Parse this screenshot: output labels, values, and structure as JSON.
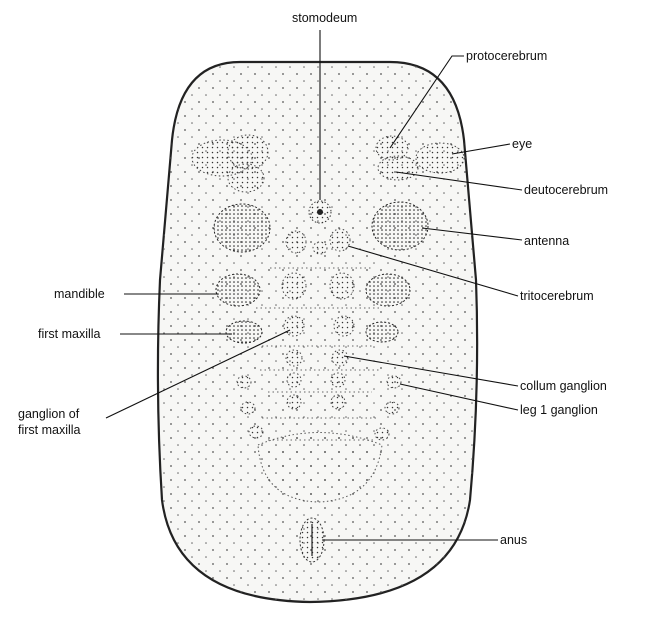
{
  "labels": {
    "stomodeum": "stomodeum",
    "protocerebrum": "protocerebrum",
    "eye": "eye",
    "deutocerebrum": "deutocerebrum",
    "antenna": "antenna",
    "mandible": "mandible",
    "tritocerebrum": "tritocerebrum",
    "first_maxilla": "first maxilla",
    "collum_ganglion": "collum ganglion",
    "ganglion_of_first_maxilla_line1": "ganglion of",
    "ganglion_of_first_maxilla_line2": "first maxilla",
    "leg_1_ganglion": "leg 1 ganglion",
    "anus": "anus"
  }
}
